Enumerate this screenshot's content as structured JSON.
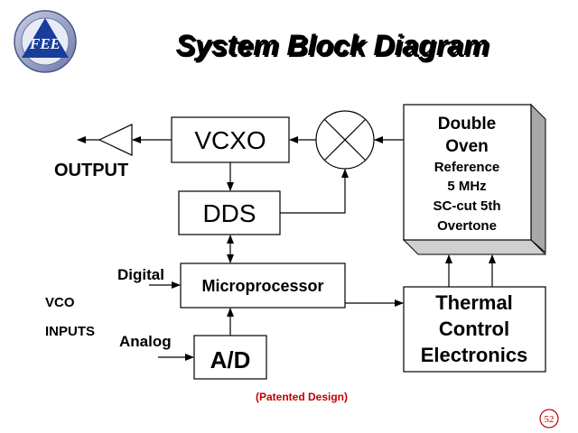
{
  "slide": {
    "title": "System Block Diagram",
    "page_number": "52",
    "footer_note": "(Patented Design)",
    "logo_text": "FEE",
    "colors": {
      "title": "#1a1aa8",
      "footer": "#c00000",
      "logo_triangle": "#1a3d9c",
      "logo_ring": "#9aa6c8"
    }
  },
  "diagram": {
    "vcxo": "VCXO",
    "dds": "DDS",
    "microprocessor": "Microprocessor",
    "ad": "A/D",
    "double_oven": [
      "Double",
      "Oven",
      "Reference",
      "5 MHz",
      "SC-cut 5th",
      "Overtone"
    ],
    "thermal": [
      "Thermal",
      "Control",
      "Electronics"
    ],
    "output": "OUTPUT",
    "digital": "Digital",
    "analog": "Analog",
    "vco": "VCO",
    "inputs": "INPUTS"
  }
}
